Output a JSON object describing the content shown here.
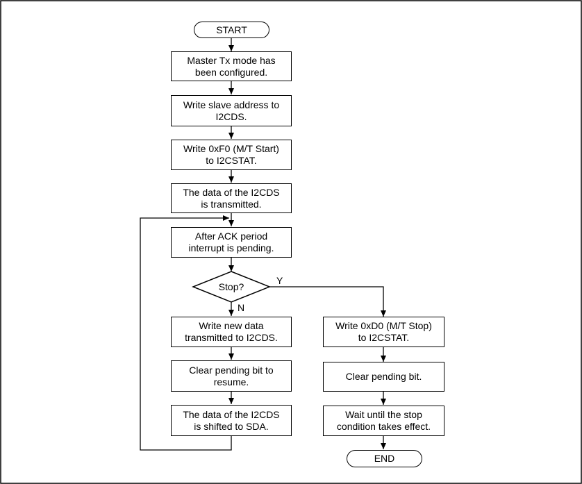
{
  "diagram": {
    "start_label": "START",
    "end_label": "END",
    "steps": {
      "configured": "Master Tx mode has\nbeen configured.",
      "write_addr": "Write slave address to\nI2CDS.",
      "write_start": "Write 0xF0 (M/T Start)\nto I2CSTAT.",
      "transmitted": "The data of the I2CDS\nis transmitted.",
      "ack": "After ACK period\ninterrupt is pending.",
      "decision": "Stop?",
      "write_new": "Write new data\ntransmitted to I2CDS.",
      "clear_resume": "Clear pending bit to\nresume.",
      "shifted": "The data of the I2CDS\nis shifted to SDA.",
      "write_stop": "Write 0xD0 (M/T Stop)\nto I2CSTAT.",
      "clear_pending": "Clear pending bit.",
      "wait_stop": "Wait until the stop\ncondition takes effect."
    },
    "labels": {
      "yes": "Y",
      "no": "N"
    }
  }
}
